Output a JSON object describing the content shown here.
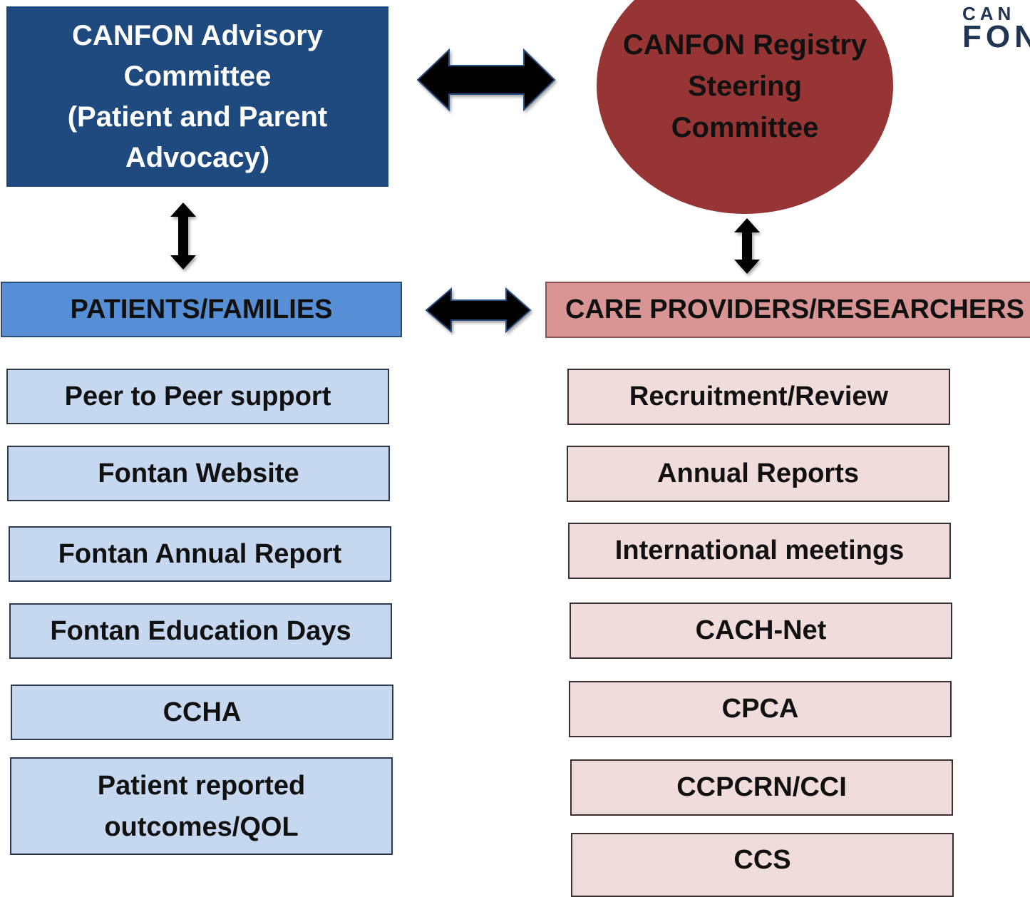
{
  "advisory_committee": {
    "lines": [
      "CANFON Advisory",
      "Committee",
      "(Patient and Parent",
      "Advocacy)"
    ]
  },
  "steering_committee": {
    "lines": [
      "CANFON Registry",
      "Steering",
      "Committee"
    ]
  },
  "logo": {
    "line1": "CAN",
    "line2": "FON"
  },
  "patients_families": {
    "heading": "PATIENTS/FAMILIES",
    "items": [
      {
        "label": "Peer to Peer support"
      },
      {
        "label": "Fontan Website"
      },
      {
        "label": "Fontan Annual Report"
      },
      {
        "label": "Fontan Education Days"
      },
      {
        "label": "CCHA"
      },
      {
        "lines": [
          "Patient reported",
          "outcomes/QOL"
        ]
      }
    ]
  },
  "care_providers": {
    "heading": "CARE PROVIDERS/RESEARCHERS",
    "items": [
      {
        "label": "Recruitment/Review"
      },
      {
        "label": "Annual Reports"
      },
      {
        "label": "International meetings"
      },
      {
        "label": "CACH-Net"
      },
      {
        "label": "CPCA"
      },
      {
        "label": "CCPCRN/CCI"
      },
      {
        "label": "CCS"
      }
    ]
  },
  "colors": {
    "advisory": "#1f4a80",
    "steering": "#973535",
    "patients_heading": "#578fd6",
    "patients_item": "#c6d8f0",
    "providers_heading": "#d99594",
    "providers_item": "#f1dcdc",
    "arrow": "#000000"
  }
}
